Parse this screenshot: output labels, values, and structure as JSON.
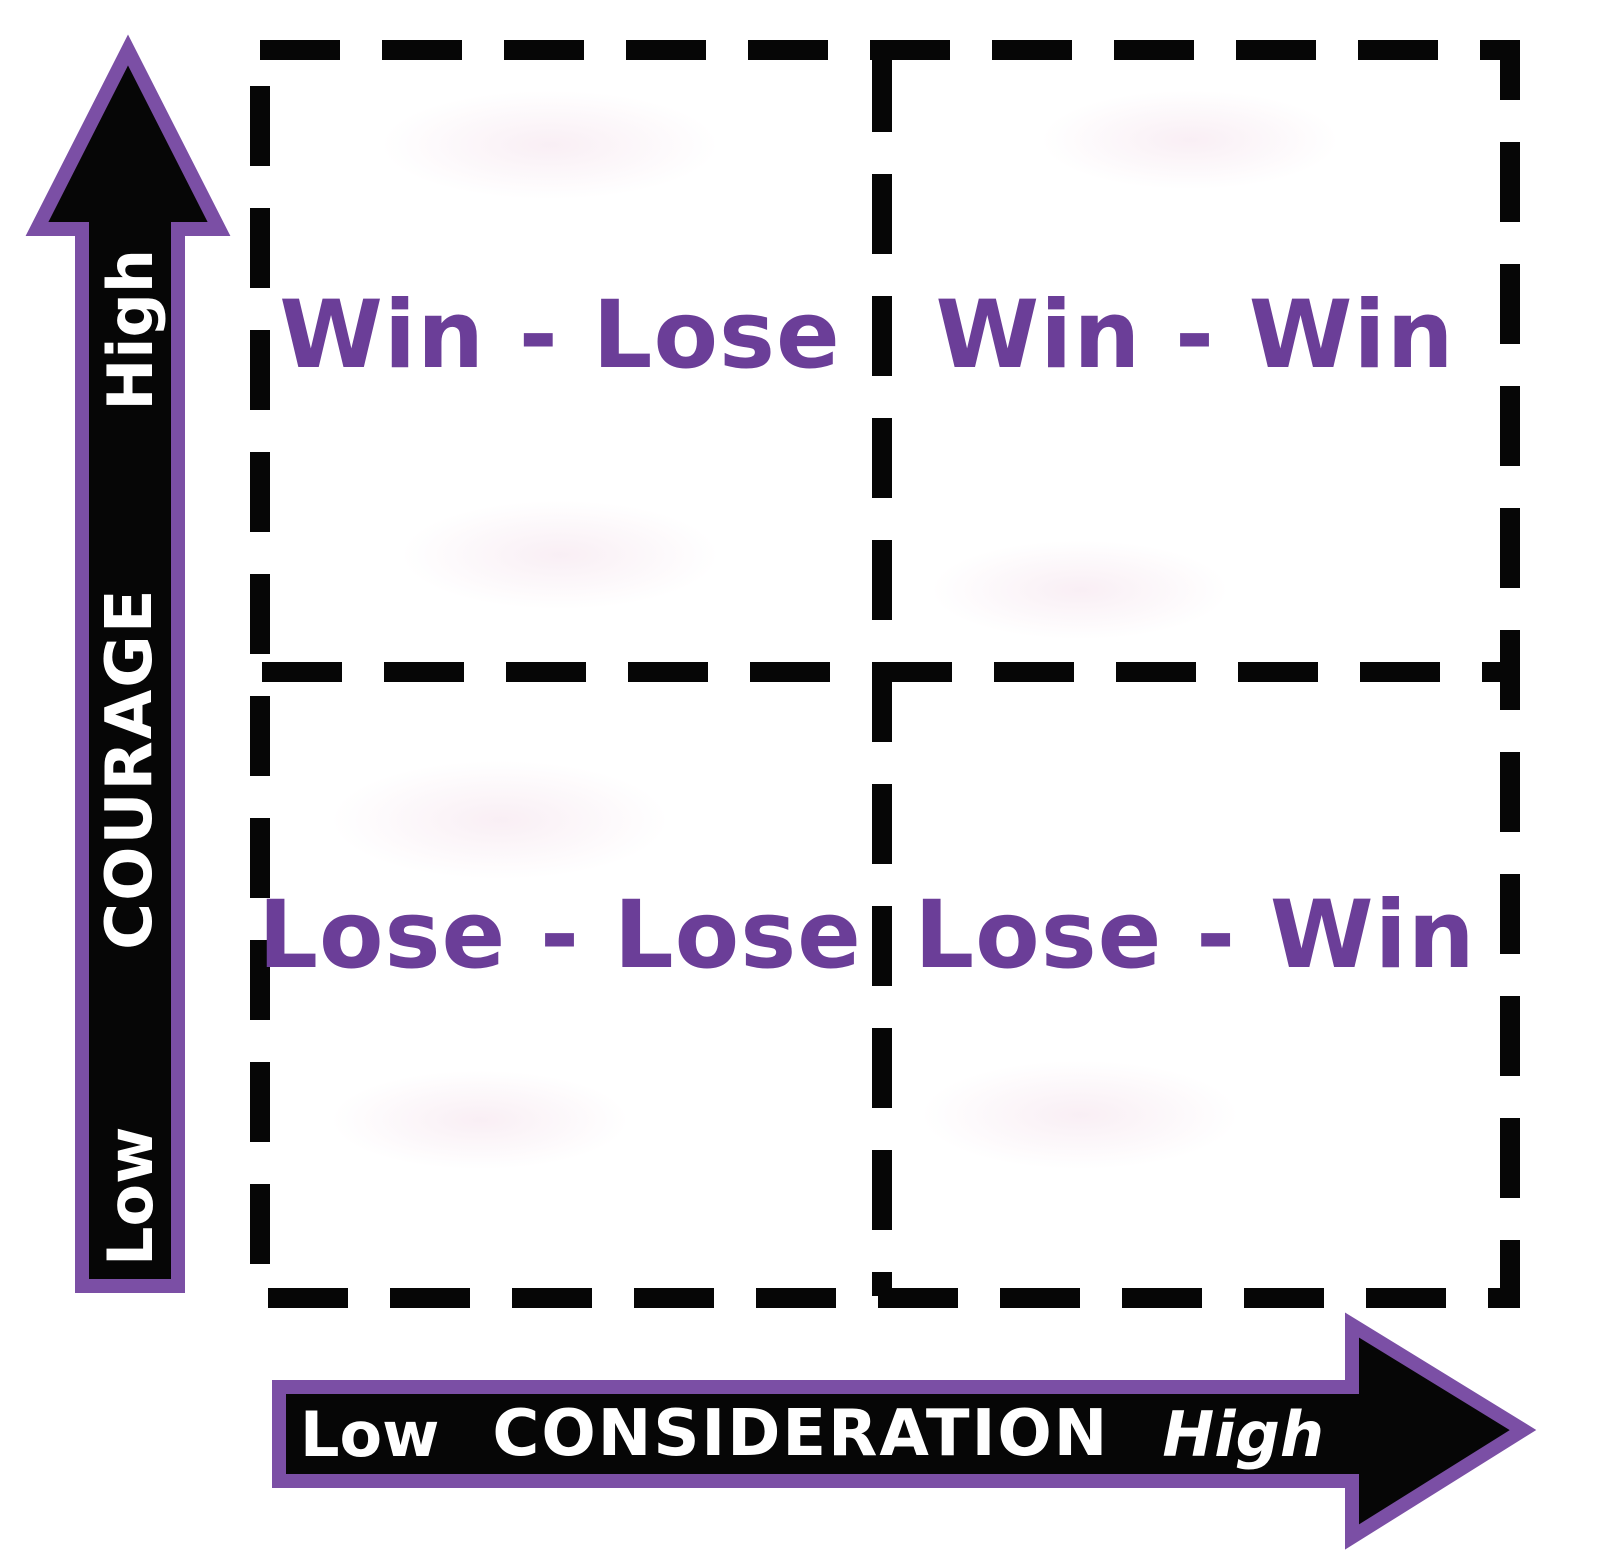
{
  "diagram": {
    "title_implicit": "Win-Win matrix of Courage vs Consideration",
    "quadrants": {
      "top_left": "Win - Lose",
      "top_right": "Win - Win",
      "bottom_left": "Lose - Lose",
      "bottom_right": "Lose - Win"
    },
    "y_axis": {
      "name": "COURAGE",
      "low_label": "Low",
      "high_label": "High"
    },
    "x_axis": {
      "name": "CONSIDERATION",
      "low_label": "Low",
      "high_label": "High"
    }
  },
  "colors": {
    "quadrant_text_purple": "#6b3e98",
    "arrow_outline_purple": "#7b4fa5",
    "shape_black": "#060606",
    "axis_text_white": "#ffffff",
    "background": "#ffffff"
  }
}
